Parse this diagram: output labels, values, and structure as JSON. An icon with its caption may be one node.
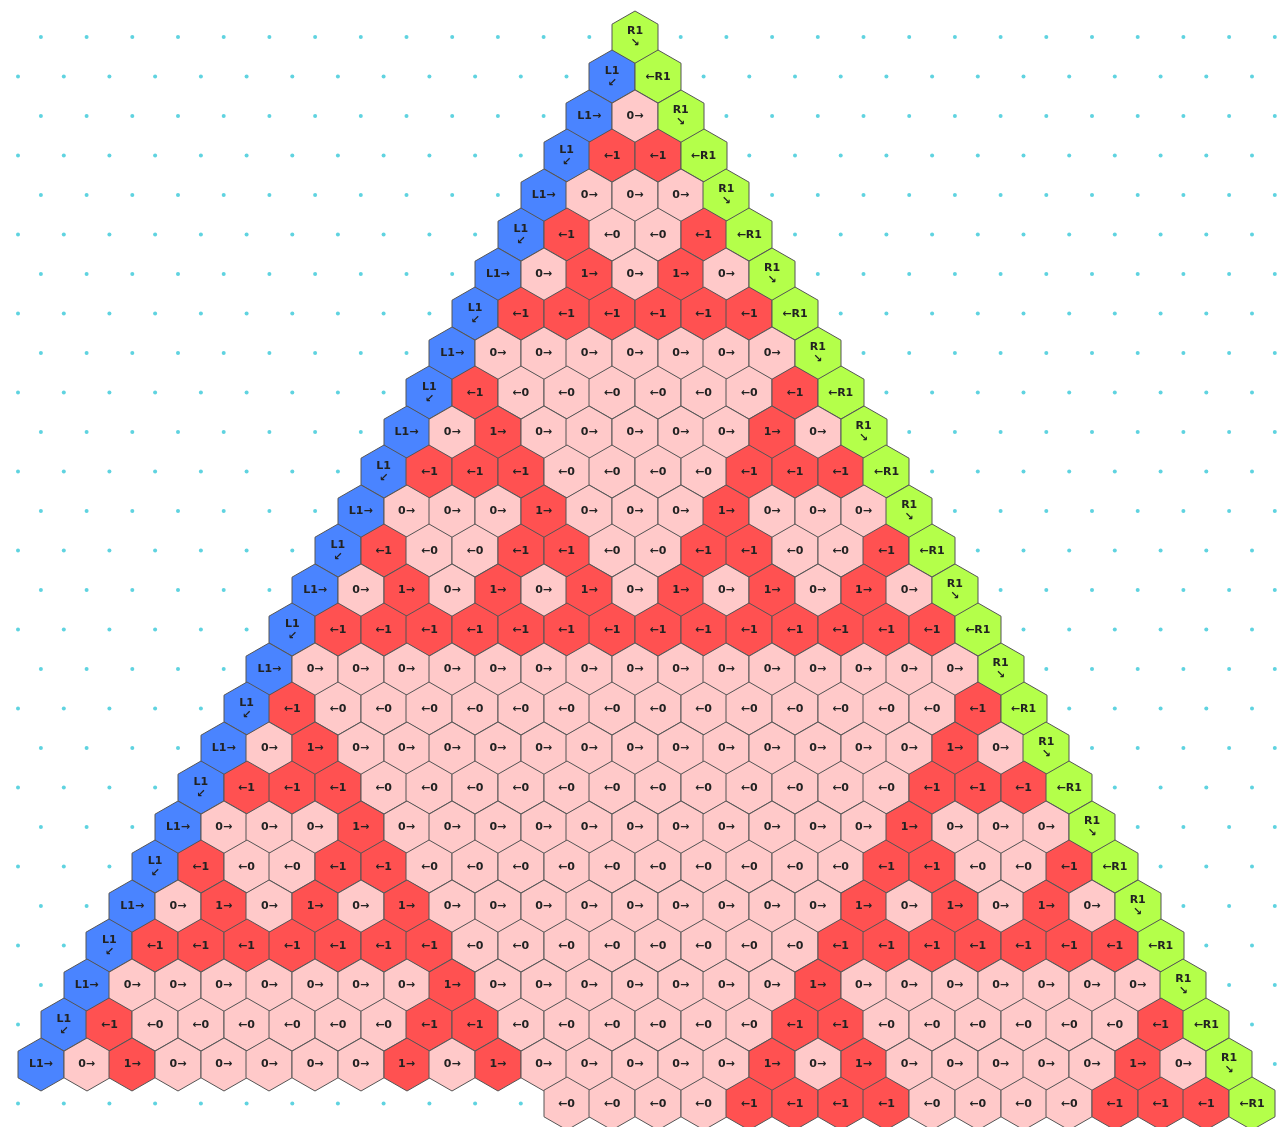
{
  "diagram": {
    "nodes": [
      {
        "text": [
          "R1 ↘"
        ]
      },
      {
        "text": [
          "L1 ↙"
        ]
      },
      {
        "text": [
          "←R1"
        ]
      },
      {
        "text": [
          "L1→"
        ]
      },
      {
        "text": [
          "0→"
        ]
      },
      {
        "text": [
          "R1 ↘"
        ]
      },
      {
        "text": [
          "L1 ↙"
        ]
      },
      {
        "text": [
          "←1"
        ]
      },
      {
        "text": [
          "←1"
        ]
      },
      {
        "text": [
          "←R1"
        ]
      },
      {
        "text": [
          "L1→"
        ]
      },
      {
        "text": [
          "0→"
        ]
      },
      {
        "text": [
          "0→"
        ]
      },
      {
        "text": [
          "0→"
        ]
      },
      {
        "text": [
          "R1 ↘"
        ]
      },
      {
        "text": [
          "L1 ↙"
        ]
      },
      {
        "text": [
          "←1"
        ]
      },
      {
        "text": [
          "←0"
        ]
      },
      {
        "text": [
          "←0"
        ]
      },
      {
        "text": [
          "←1"
        ]
      },
      {
        "text": [
          "←R1"
        ]
      },
      {
        "text": [
          "L1→"
        ]
      },
      {
        "text": [
          "0→"
        ]
      },
      {
        "text": [
          "1→"
        ]
      },
      {
        "text": [
          "0→"
        ]
      },
      {
        "text": [
          "1→"
        ]
      },
      {
        "text": [
          "0→"
        ]
      },
      {
        "text": [
          "R1 ↘"
        ]
      },
      {
        "text": [
          "L1 ↙"
        ]
      },
      {
        "text": [
          "←1"
        ]
      },
      {
        "text": [
          "←1"
        ]
      },
      {
        "text": [
          "←1"
        ]
      },
      {
        "text": [
          "←1"
        ]
      },
      {
        "text": [
          "←1"
        ]
      },
      {
        "text": [
          "←1"
        ]
      },
      {
        "text": [
          "←R1"
        ]
      },
      {
        "text": [
          "L1→"
        ]
      },
      {
        "text": [
          "0→"
        ]
      },
      {
        "text": [
          "0→"
        ]
      },
      {
        "text": [
          "0→"
        ]
      },
      {
        "text": [
          "0→"
        ]
      },
      {
        "text": [
          "0→"
        ]
      },
      {
        "text": [
          "0→"
        ]
      },
      {
        "text": [
          "0→"
        ]
      },
      {
        "text": [
          "R1 ↘"
        ]
      },
      {
        "text": [
          "L1 ↙"
        ]
      },
      {
        "text": [
          "←1"
        ]
      },
      {
        "text": [
          "←0"
        ]
      },
      {
        "text": [
          "←0"
        ]
      },
      {
        "text": [
          "←0"
        ]
      },
      {
        "text": [
          "←0"
        ]
      },
      {
        "text": [
          "←0"
        ]
      },
      {
        "text": [
          "←0"
        ]
      },
      {
        "text": [
          "←1"
        ]
      },
      {
        "text": [
          "←R1"
        ]
      },
      {
        "text": [
          "L1→"
        ]
      },
      {
        "text": [
          "0→"
        ]
      },
      {
        "text": [
          "1→"
        ]
      },
      {
        "text": [
          "0→"
        ]
      },
      {
        "text": [
          "0→"
        ]
      },
      {
        "text": [
          "0→"
        ]
      },
      {
        "text": [
          "0→"
        ]
      },
      {
        "text": [
          "0→"
        ]
      },
      {
        "text": [
          "1→"
        ]
      },
      {
        "text": [
          "0→"
        ]
      },
      {
        "text": [
          "R1 ↘"
        ]
      },
      {
        "text": [
          "L1 ↙"
        ]
      },
      {
        "text": [
          "←1"
        ]
      },
      {
        "text": [
          "←1"
        ]
      },
      {
        "text": [
          "←1"
        ]
      },
      {
        "text": [
          "←0"
        ]
      },
      {
        "text": [
          "←0"
        ]
      },
      {
        "text": [
          "←0"
        ]
      },
      {
        "text": [
          "←0"
        ]
      },
      {
        "text": [
          "←1"
        ]
      },
      {
        "text": [
          "←1"
        ]
      },
      {
        "text": [
          "←1"
        ]
      },
      {
        "text": [
          "←R1"
        ]
      },
      {
        "text": [
          "L1→"
        ]
      },
      {
        "text": [
          "0→"
        ]
      },
      {
        "text": [
          "0→"
        ]
      },
      {
        "text": [
          "0→"
        ]
      },
      {
        "text": [
          "1→"
        ]
      },
      {
        "text": [
          "0→"
        ]
      },
      {
        "text": [
          "0→"
        ]
      },
      {
        "text": [
          "0→"
        ]
      },
      {
        "text": [
          "1→"
        ]
      },
      {
        "text": [
          "0→"
        ]
      },
      {
        "text": [
          "0→"
        ]
      },
      {
        "text": [
          "0→"
        ]
      },
      {
        "text": [
          "R1 ↘"
        ]
      },
      {
        "text": [
          "L1 ↙"
        ]
      },
      {
        "text": [
          "←1"
        ]
      },
      {
        "text": [
          "←0"
        ]
      },
      {
        "text": [
          "←0"
        ]
      },
      {
        "text": [
          "←1"
        ]
      },
      {
        "text": [
          "←1"
        ]
      },
      {
        "text": [
          "←0"
        ]
      },
      {
        "text": [
          "←0"
        ]
      },
      {
        "text": [
          "←1"
        ]
      },
      {
        "text": [
          "←1"
        ]
      },
      {
        "text": [
          "←0"
        ]
      },
      {
        "text": [
          "←0"
        ]
      },
      {
        "text": [
          "←1"
        ]
      },
      {
        "text": [
          "←R1"
        ]
      },
      {
        "text": [
          "L1→"
        ]
      },
      {
        "text": [
          "0→"
        ]
      },
      {
        "text": [
          "1→"
        ]
      },
      {
        "text": [
          "0→"
        ]
      },
      {
        "text": [
          "1→"
        ]
      },
      {
        "text": [
          "0→"
        ]
      },
      {
        "text": [
          "1→"
        ]
      },
      {
        "text": [
          "0→"
        ]
      },
      {
        "text": [
          "1→"
        ]
      },
      {
        "text": [
          "0→"
        ]
      },
      {
        "text": [
          "1→"
        ]
      },
      {
        "text": [
          "0→"
        ]
      },
      {
        "text": [
          "1→"
        ]
      },
      {
        "text": [
          "0→"
        ]
      },
      {
        "text": [
          "R1 ↘"
        ]
      },
      {
        "text": [
          "L1 ↙"
        ]
      },
      {
        "text": [
          "←1"
        ]
      },
      {
        "text": [
          "←1"
        ]
      },
      {
        "text": [
          "←1"
        ]
      },
      {
        "text": [
          "←1"
        ]
      },
      {
        "text": [
          "←1"
        ]
      },
      {
        "text": [
          "←1"
        ]
      },
      {
        "text": [
          "←1"
        ]
      },
      {
        "text": [
          "←1"
        ]
      },
      {
        "text": [
          "←1"
        ]
      },
      {
        "text": [
          "←1"
        ]
      },
      {
        "text": [
          "←1"
        ]
      },
      {
        "text": [
          "←1"
        ]
      },
      {
        "text": [
          "←1"
        ]
      },
      {
        "text": [
          "←1"
        ]
      },
      {
        "text": [
          "←R1"
        ]
      },
      {
        "text": [
          "L1→"
        ]
      },
      {
        "text": [
          "0→"
        ]
      },
      {
        "text": [
          "0→"
        ]
      },
      {
        "text": [
          "0→"
        ]
      },
      {
        "text": [
          "0→"
        ]
      },
      {
        "text": [
          "0→"
        ]
      },
      {
        "text": [
          "0→"
        ]
      },
      {
        "text": [
          "0→"
        ]
      },
      {
        "text": [
          "0→"
        ]
      },
      {
        "text": [
          "0→"
        ]
      },
      {
        "text": [
          "0→"
        ]
      },
      {
        "text": [
          "0→"
        ]
      },
      {
        "text": [
          "0→"
        ]
      },
      {
        "text": [
          "0→"
        ]
      },
      {
        "text": [
          "0→"
        ]
      },
      {
        "text": [
          "0→"
        ]
      },
      {
        "text": [
          "R1 ↘"
        ]
      },
      {
        "text": [
          "L1 ↙"
        ]
      },
      {
        "text": [
          "←1"
        ]
      },
      {
        "text": [
          "←0"
        ]
      },
      {
        "text": [
          "←0"
        ]
      },
      {
        "text": [
          "←0"
        ]
      },
      {
        "text": [
          "←0"
        ]
      },
      {
        "text": [
          "←0"
        ]
      },
      {
        "text": [
          "←0"
        ]
      },
      {
        "text": [
          "←0"
        ]
      },
      {
        "text": [
          "←0"
        ]
      },
      {
        "text": [
          "←0"
        ]
      },
      {
        "text": [
          "←0"
        ]
      },
      {
        "text": [
          "←0"
        ]
      },
      {
        "text": [
          "←0"
        ]
      },
      {
        "text": [
          "←0"
        ]
      },
      {
        "text": [
          "←0"
        ]
      },
      {
        "text": [
          "←1"
        ]
      },
      {
        "text": [
          "←R1"
        ]
      },
      {
        "text": [
          "L1→"
        ]
      },
      {
        "text": [
          "0→"
        ]
      },
      {
        "text": [
          "1→"
        ]
      },
      {
        "text": [
          "0→"
        ]
      },
      {
        "text": [
          "0→"
        ]
      },
      {
        "text": [
          "0→"
        ]
      },
      {
        "text": [
          "0→"
        ]
      },
      {
        "text": [
          "0→"
        ]
      },
      {
        "text": [
          "0→"
        ]
      },
      {
        "text": [
          "0→"
        ]
      },
      {
        "text": [
          "0→"
        ]
      },
      {
        "text": [
          "0→"
        ]
      },
      {
        "text": [
          "0→"
        ]
      },
      {
        "text": [
          "0→"
        ]
      },
      {
        "text": [
          "0→"
        ]
      },
      {
        "text": [
          "0→"
        ]
      },
      {
        "text": [
          "1→"
        ]
      },
      {
        "text": [
          "0→"
        ]
      },
      {
        "text": [
          "R1 ↘"
        ]
      },
      {
        "text": [
          "L1 ↙"
        ]
      },
      {
        "text": [
          "←1"
        ]
      },
      {
        "text": [
          "←1"
        ]
      },
      {
        "text": [
          "←1"
        ]
      },
      {
        "text": [
          "←0"
        ]
      },
      {
        "text": [
          "←0"
        ]
      },
      {
        "text": [
          "←0"
        ]
      },
      {
        "text": [
          "←0"
        ]
      },
      {
        "text": [
          "←0"
        ]
      },
      {
        "text": [
          "←0"
        ]
      },
      {
        "text": [
          "←0"
        ]
      },
      {
        "text": [
          "←0"
        ]
      },
      {
        "text": [
          "←0"
        ]
      },
      {
        "text": [
          "←0"
        ]
      },
      {
        "text": [
          "←0"
        ]
      },
      {
        "text": [
          "←0"
        ]
      },
      {
        "text": [
          "←1"
        ]
      },
      {
        "text": [
          "←1"
        ]
      },
      {
        "text": [
          "←1"
        ]
      },
      {
        "text": [
          "←R1"
        ]
      },
      {
        "text": [
          "L1→"
        ]
      },
      {
        "text": [
          "0→"
        ]
      },
      {
        "text": [
          "0→"
        ]
      },
      {
        "text": [
          "0→"
        ]
      },
      {
        "text": [
          "1→"
        ]
      },
      {
        "text": [
          "0→"
        ]
      },
      {
        "text": [
          "0→"
        ]
      },
      {
        "text": [
          "0→"
        ]
      },
      {
        "text": [
          "0→"
        ]
      },
      {
        "text": [
          "0→"
        ]
      },
      {
        "text": [
          "0→"
        ]
      },
      {
        "text": [
          "0→"
        ]
      },
      {
        "text": [
          "0→"
        ]
      },
      {
        "text": [
          "0→"
        ]
      },
      {
        "text": [
          "0→"
        ]
      },
      {
        "text": [
          "0→"
        ]
      },
      {
        "text": [
          "1→"
        ]
      },
      {
        "text": [
          "0→"
        ]
      },
      {
        "text": [
          "0→"
        ]
      },
      {
        "text": [
          "0→"
        ]
      },
      {
        "text": [
          "R1 ↘"
        ]
      },
      {
        "text": [
          "L1 ↙"
        ]
      },
      {
        "text": [
          "←1"
        ]
      },
      {
        "text": [
          "←0"
        ]
      },
      {
        "text": [
          "←0"
        ]
      },
      {
        "text": [
          "←1"
        ]
      },
      {
        "text": [
          "←1"
        ]
      },
      {
        "text": [
          "←0"
        ]
      },
      {
        "text": [
          "←0"
        ]
      },
      {
        "text": [
          "←0"
        ]
      },
      {
        "text": [
          "←0"
        ]
      },
      {
        "text": [
          "←0"
        ]
      },
      {
        "text": [
          "←0"
        ]
      },
      {
        "text": [
          "←0"
        ]
      },
      {
        "text": [
          "←0"
        ]
      },
      {
        "text": [
          "←0"
        ]
      },
      {
        "text": [
          "←0"
        ]
      },
      {
        "text": [
          "←1"
        ]
      },
      {
        "text": [
          "←1"
        ]
      },
      {
        "text": [
          "←0"
        ]
      },
      {
        "text": [
          "←0"
        ]
      },
      {
        "text": [
          "←1"
        ]
      },
      {
        "text": [
          "←R1"
        ]
      },
      {
        "text": [
          "L1→"
        ]
      },
      {
        "text": [
          "0→"
        ]
      },
      {
        "text": [
          "1→"
        ]
      },
      {
        "text": [
          "0→"
        ]
      },
      {
        "text": [
          "1→"
        ]
      },
      {
        "text": [
          "0→"
        ]
      },
      {
        "text": [
          "1→"
        ]
      },
      {
        "text": [
          "0→"
        ]
      },
      {
        "text": [
          "0→"
        ]
      },
      {
        "text": [
          "0→"
        ]
      },
      {
        "text": [
          "0→"
        ]
      },
      {
        "text": [
          "0→"
        ]
      },
      {
        "text": [
          "0→"
        ]
      },
      {
        "text": [
          "0→"
        ]
      },
      {
        "text": [
          "0→"
        ]
      },
      {
        "text": [
          "0→"
        ]
      },
      {
        "text": [
          "1→"
        ]
      },
      {
        "text": [
          "0→"
        ]
      },
      {
        "text": [
          "1→"
        ]
      },
      {
        "text": [
          "0→"
        ]
      },
      {
        "text": [
          "1→"
        ]
      },
      {
        "text": [
          "0→"
        ]
      },
      {
        "text": [
          "R1 ↘"
        ]
      },
      {
        "text": [
          "L1 ↙"
        ]
      },
      {
        "text": [
          "←1"
        ]
      },
      {
        "text": [
          "←1"
        ]
      },
      {
        "text": [
          "←1"
        ]
      },
      {
        "text": [
          "←1"
        ]
      },
      {
        "text": [
          "←1"
        ]
      },
      {
        "text": [
          "←1"
        ]
      },
      {
        "text": [
          "←1"
        ]
      },
      {
        "text": [
          "←0"
        ]
      },
      {
        "text": [
          "←0"
        ]
      },
      {
        "text": [
          "←0"
        ]
      },
      {
        "text": [
          "←0"
        ]
      },
      {
        "text": [
          "←0"
        ]
      },
      {
        "text": [
          "←0"
        ]
      },
      {
        "text": [
          "←0"
        ]
      },
      {
        "text": [
          "←0"
        ]
      },
      {
        "text": [
          "←1"
        ]
      },
      {
        "text": [
          "←1"
        ]
      },
      {
        "text": [
          "←1"
        ]
      },
      {
        "text": [
          "←1"
        ]
      },
      {
        "text": [
          "←1"
        ]
      },
      {
        "text": [
          "←1"
        ]
      },
      {
        "text": [
          "←1"
        ]
      },
      {
        "text": [
          "←R1"
        ]
      },
      {
        "text": [
          "L1→"
        ]
      },
      {
        "text": [
          "0→"
        ]
      },
      {
        "text": [
          "0→"
        ]
      },
      {
        "text": [
          "0→"
        ]
      },
      {
        "text": [
          "0→"
        ]
      },
      {
        "text": [
          "0→"
        ]
      },
      {
        "text": [
          "0→"
        ]
      },
      {
        "text": [
          "0→"
        ]
      },
      {
        "text": [
          "1→"
        ]
      },
      {
        "text": [
          "0→"
        ]
      },
      {
        "text": [
          "0→"
        ]
      },
      {
        "text": [
          "0→"
        ]
      },
      {
        "text": [
          "0→"
        ]
      },
      {
        "text": [
          "0→"
        ]
      },
      {
        "text": [
          "0→"
        ]
      },
      {
        "text": [
          "0→"
        ]
      },
      {
        "text": [
          "1→"
        ]
      },
      {
        "text": [
          "0→"
        ]
      },
      {
        "text": [
          "0→"
        ]
      },
      {
        "text": [
          "0→"
        ]
      },
      {
        "text": [
          "0→"
        ]
      },
      {
        "text": [
          "0→"
        ]
      },
      {
        "text": [
          "0→"
        ]
      },
      {
        "text": [
          "0→"
        ]
      },
      {
        "text": [
          "R1 ↘"
        ]
      },
      {
        "text": [
          "L1 ↙"
        ]
      },
      {
        "text": [
          "←1"
        ]
      },
      {
        "text": [
          "←0"
        ]
      },
      {
        "text": [
          "←0"
        ]
      },
      {
        "text": [
          "←0"
        ]
      },
      {
        "text": [
          "←0"
        ]
      },
      {
        "text": [
          "←0"
        ]
      },
      {
        "text": [
          "←0"
        ]
      },
      {
        "text": [
          "←1"
        ]
      },
      {
        "text": [
          "←1"
        ]
      },
      {
        "text": [
          "←0"
        ]
      },
      {
        "text": [
          "←0"
        ]
      },
      {
        "text": [
          "←0"
        ]
      },
      {
        "text": [
          "←0"
        ]
      },
      {
        "text": [
          "←0"
        ]
      },
      {
        "text": [
          "←0"
        ]
      },
      {
        "text": [
          "←1"
        ]
      },
      {
        "text": [
          "←1"
        ]
      },
      {
        "text": [
          "←0"
        ]
      },
      {
        "text": [
          "←0"
        ]
      },
      {
        "text": [
          "←0"
        ]
      },
      {
        "text": [
          "←0"
        ]
      },
      {
        "text": [
          "←0"
        ]
      },
      {
        "text": [
          "←0"
        ]
      },
      {
        "text": [
          "←1"
        ]
      },
      {
        "text": [
          "←R1"
        ]
      },
      {
        "text": [
          "L1→"
        ]
      },
      {
        "text": [
          "0→"
        ]
      },
      {
        "text": [
          "1→"
        ]
      },
      {
        "text": [
          "0→"
        ]
      },
      {
        "text": [
          "0→"
        ]
      },
      {
        "text": [
          "0→"
        ]
      },
      {
        "text": [
          "0→"
        ]
      },
      {
        "text": [
          "0→"
        ]
      },
      {
        "text": [
          "1→"
        ]
      },
      {
        "text": [
          "0→"
        ]
      },
      {
        "text": [
          "1→"
        ]
      },
      {
        "text": [
          "0→"
        ]
      },
      {
        "text": [
          "0→"
        ]
      },
      {
        "text": [
          "0→"
        ]
      },
      {
        "text": [
          "0→"
        ]
      },
      {
        "text": [
          "0→"
        ]
      },
      {
        "text": [
          "1→"
        ]
      },
      {
        "text": [
          "0→"
        ]
      },
      {
        "text": [
          "1→"
        ]
      },
      {
        "text": [
          "0→"
        ]
      },
      {
        "text": [
          "0→"
        ]
      },
      {
        "text": [
          "0→"
        ]
      },
      {
        "text": [
          "0→"
        ]
      },
      {
        "text": [
          "0→"
        ]
      },
      {
        "text": [
          "1→"
        ]
      },
      {
        "text": [
          "0→"
        ]
      },
      {
        "text": [
          "R1 ↘"
        ]
      },
      {
        "text": [
          "←0"
        ]
      },
      {
        "text": [
          "←0"
        ]
      },
      {
        "text": [
          "←0"
        ]
      },
      {
        "text": [
          "←0"
        ]
      },
      {
        "text": [
          "←1"
        ]
      },
      {
        "text": [
          "←1"
        ]
      },
      {
        "text": [
          "←1"
        ]
      },
      {
        "text": [
          "←1"
        ]
      },
      {
        "text": [
          "←0"
        ]
      },
      {
        "text": [
          "←0"
        ]
      },
      {
        "text": [
          "←0"
        ]
      },
      {
        "text": [
          "←0"
        ]
      },
      {
        "text": [
          "←1"
        ]
      },
      {
        "text": [
          "←1"
        ]
      },
      {
        "text": [
          "←1"
        ]
      },
      {
        "text": [
          "←R1"
        ]
      }
    ]
  }
}
